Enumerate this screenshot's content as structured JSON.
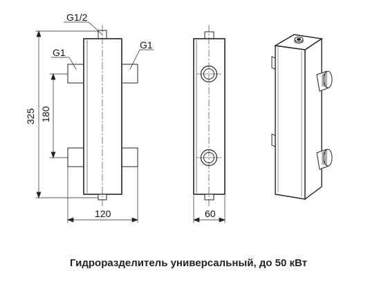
{
  "labels": {
    "top_port": "G1/2",
    "left_port": "G1",
    "right_port": "G1",
    "total_height": "325",
    "port_spacing": "180",
    "width": "120",
    "depth": "60"
  },
  "caption": "Гидроразделитель универсальный, до 50 кВт"
}
